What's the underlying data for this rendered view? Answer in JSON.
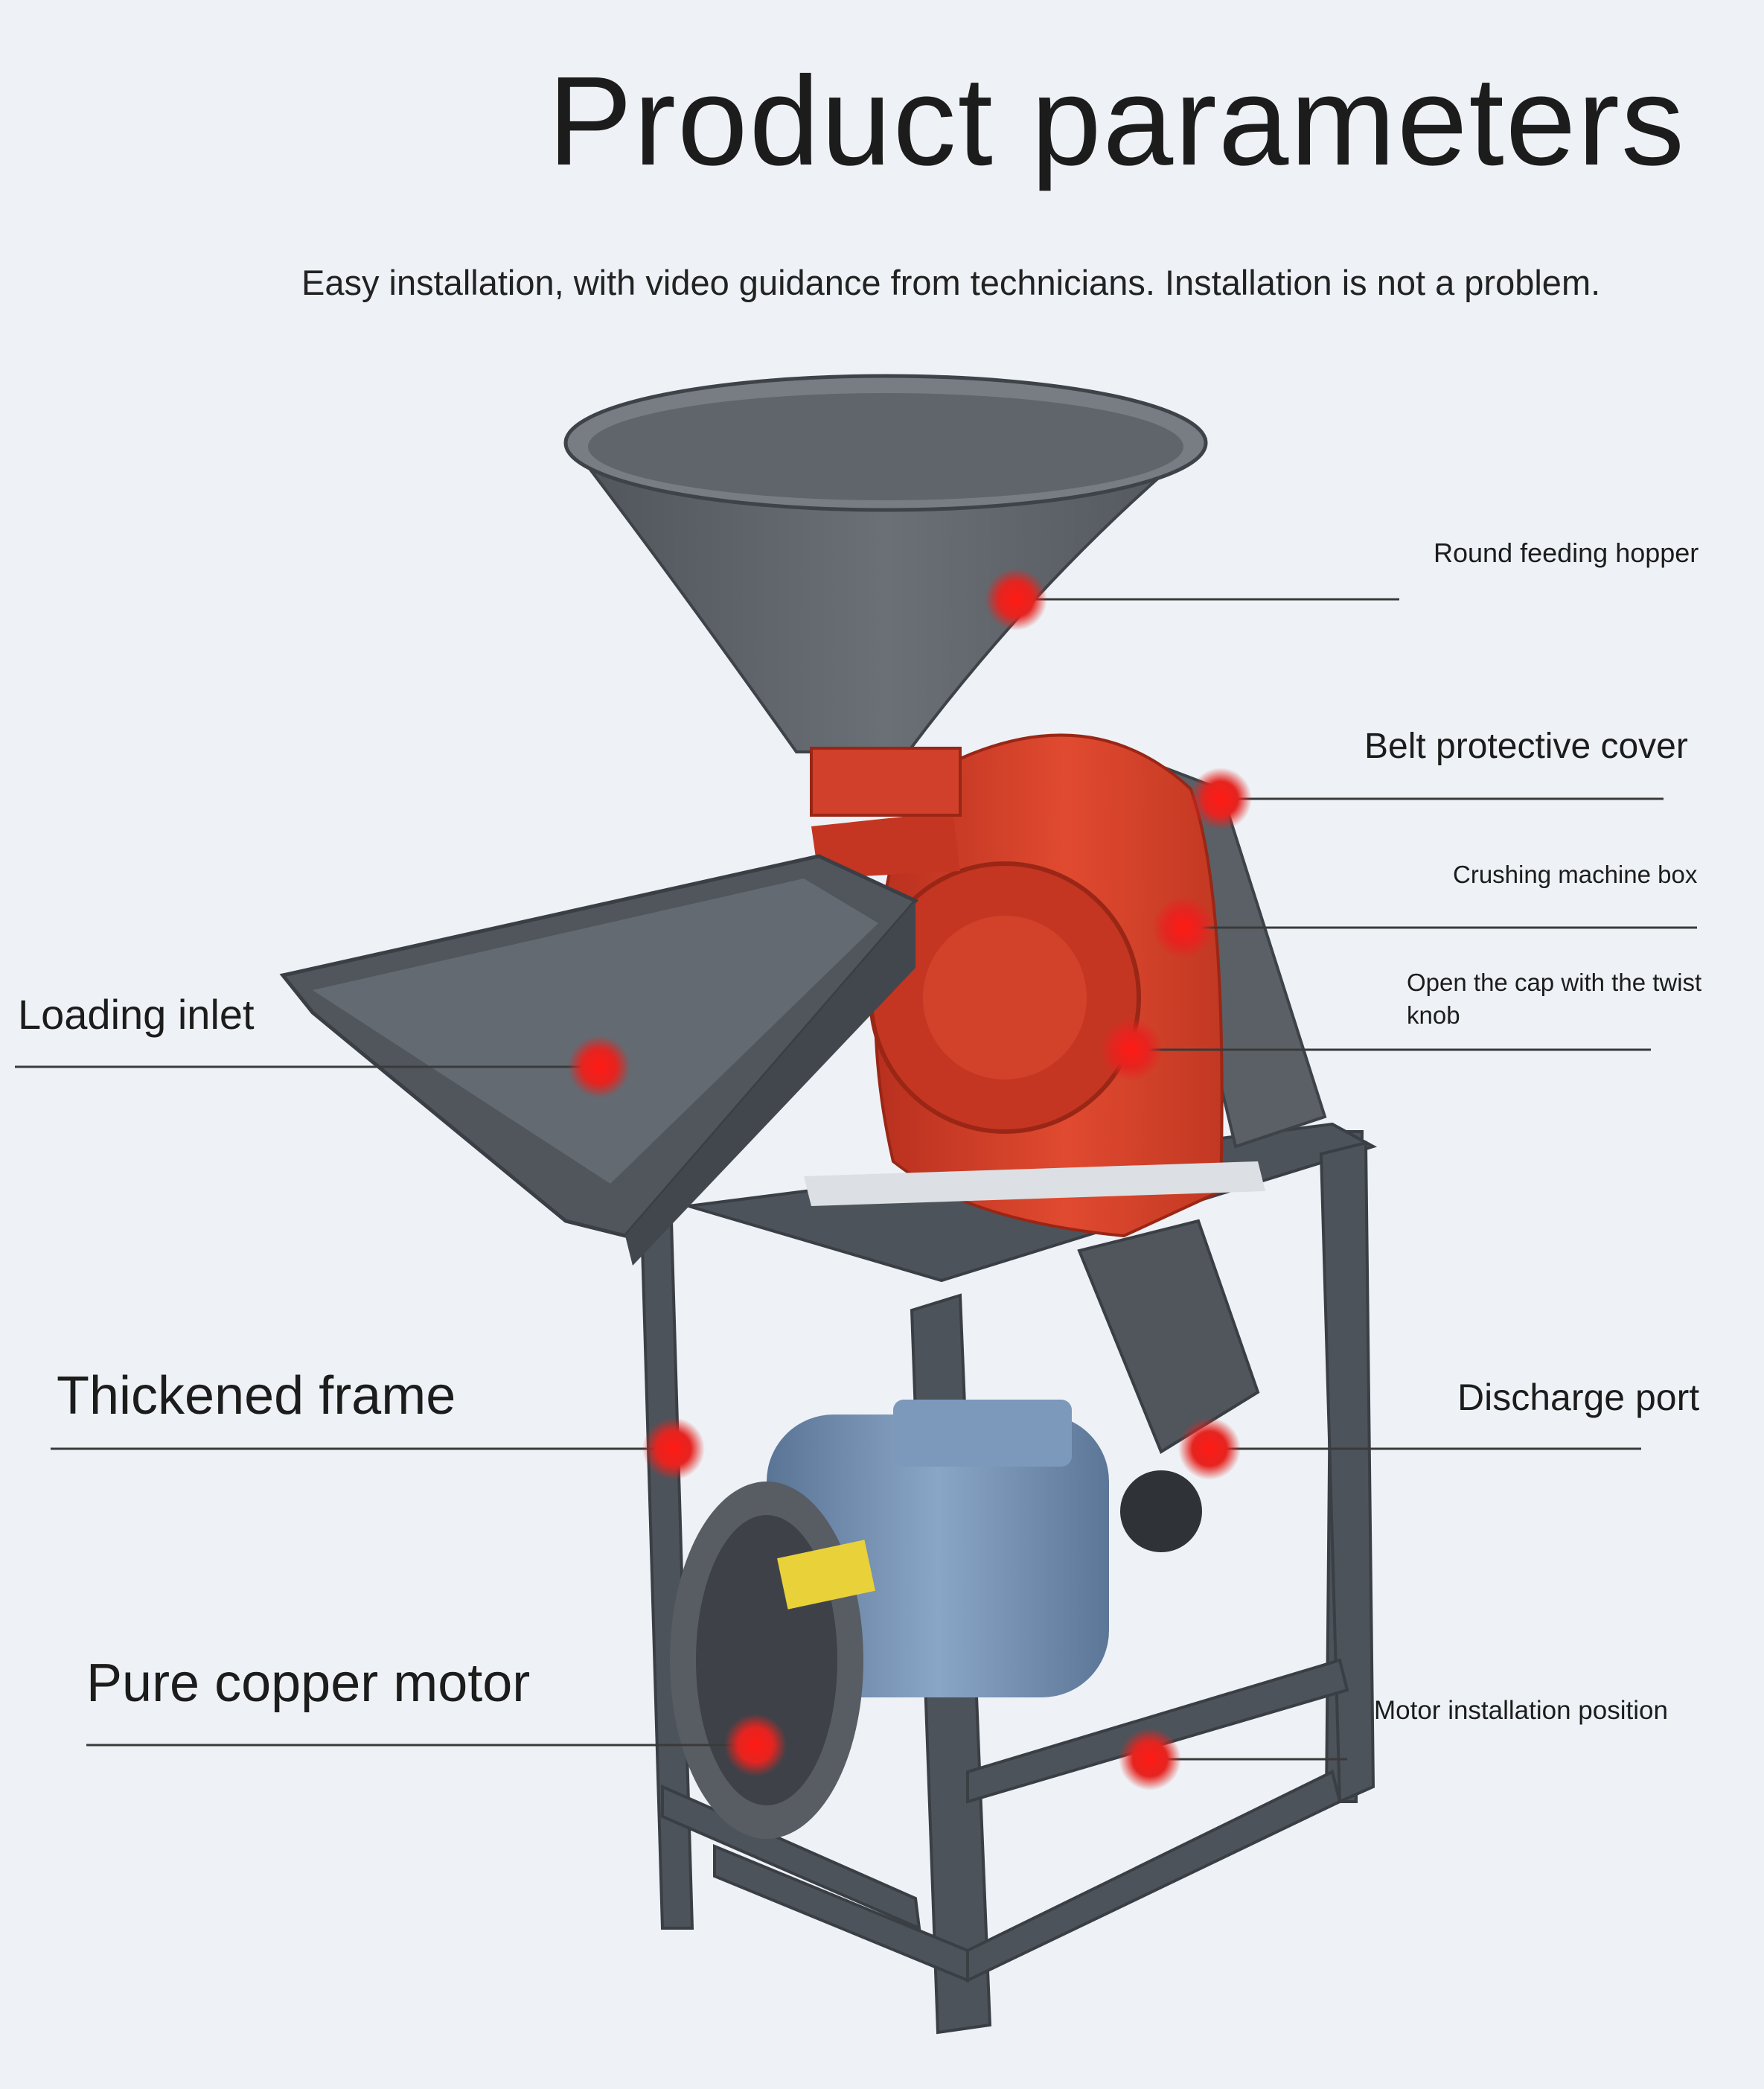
{
  "title": "Product parameters",
  "subtitle": "Easy installation, with video guidance from technicians. Installation is not a problem.",
  "callouts": {
    "round_feeding_hopper": "Round feeding hopper",
    "belt_protective_cover": "Belt protective cover",
    "crushing_machine_box": "Crushing machine box",
    "open_cap": "Open the cap with the twist knob",
    "loading_inlet": "Loading inlet",
    "thickened_frame": "Thickened frame",
    "discharge_port": "Discharge port",
    "pure_copper_motor": "Pure copper motor",
    "motor_installation_position": "Motor installation position"
  },
  "colors": {
    "background": "#eef2f6",
    "hopper_gray": "#5d6369",
    "frame_gray": "#4d535a",
    "crusher_red": "#d9412a",
    "motor_blue": "#6e8fb4",
    "marker_red": "#e52420"
  }
}
